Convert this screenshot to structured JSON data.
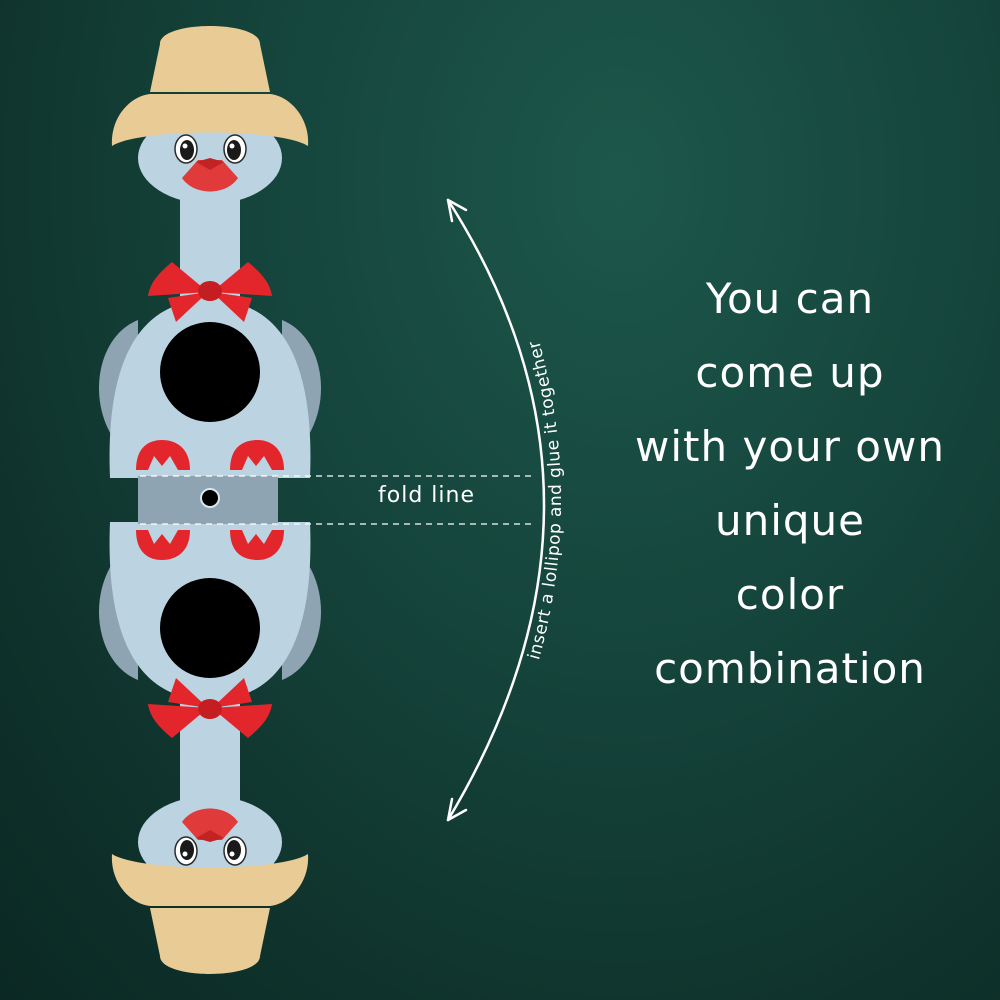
{
  "fold_label": "fold line",
  "instruction": "insert a lollipop and glue it together",
  "message_lines": [
    "You can",
    "come up",
    "with your own",
    "unique",
    "color",
    "combination"
  ],
  "colors": {
    "background": "#15453c",
    "goose_body": "#bcd3e2",
    "goose_shadow": "#8fa4b2",
    "band": "#8fa4b2",
    "hat": "#e8cb95",
    "bow": "#e3262b",
    "beak": "#e03a3a",
    "text": "#ffffff"
  }
}
